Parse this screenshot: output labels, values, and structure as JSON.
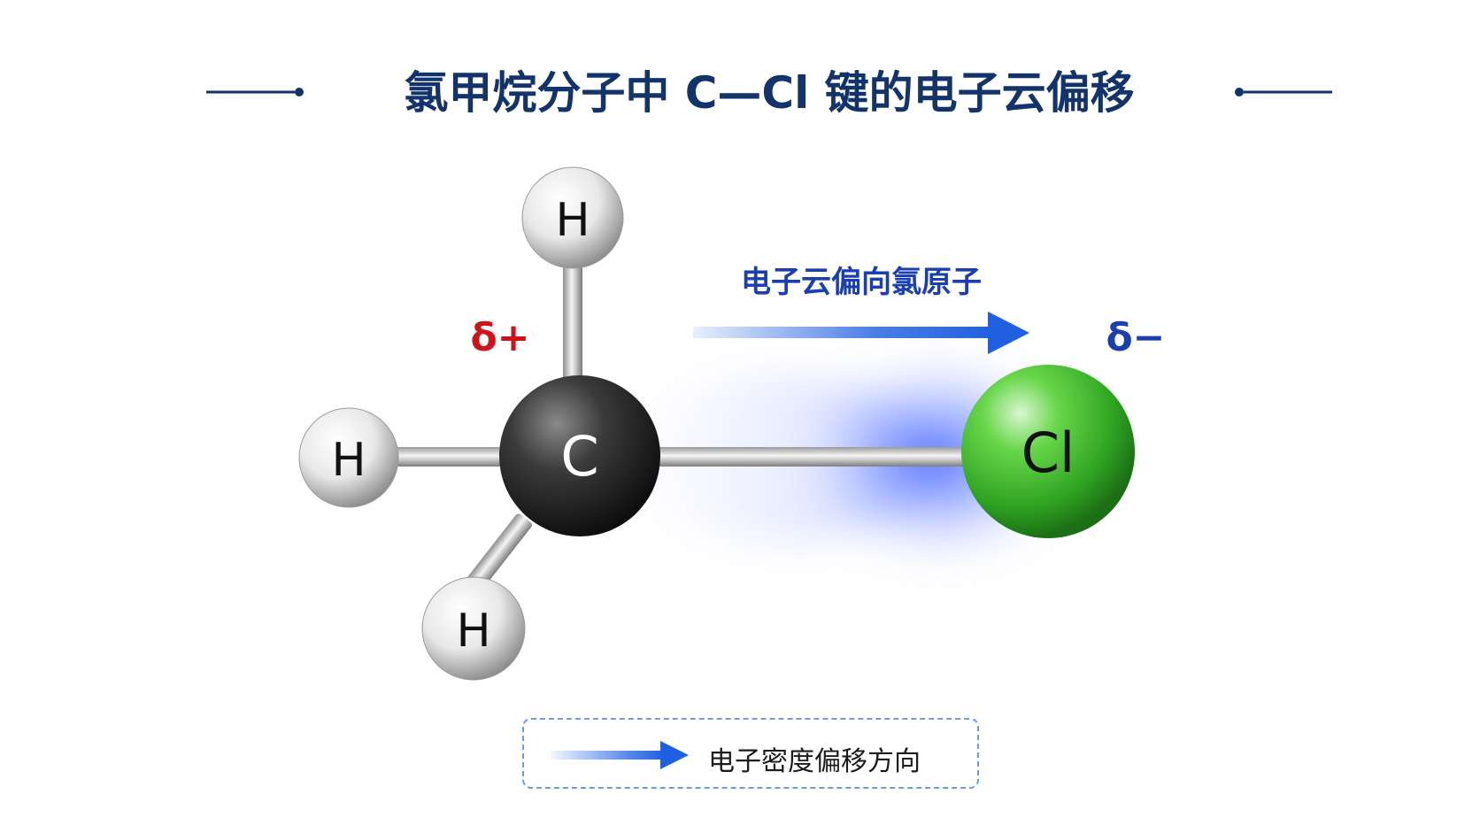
{
  "title": "氯甲烷分子中 C—Cl 键的电子云偏移",
  "atoms": {
    "carbon": "C",
    "chlorine": "Cl",
    "hydrogen_top": "H",
    "hydrogen_left": "H",
    "hydrogen_bottom": "H"
  },
  "charges": {
    "partial_positive": "δ+",
    "partial_negative": "δ−"
  },
  "arrow_caption": "电子云偏向氯原子",
  "legend": {
    "label": "电子密度偏移方向"
  },
  "colors": {
    "title": "#13336b",
    "accent_blue": "#1f5fe0",
    "partial_positive": "#d0121b",
    "partial_negative": "#1a3fb0",
    "carbon": "#2a2a2a",
    "chlorine": "#3db52f",
    "hydrogen": "#e6e6e6"
  }
}
